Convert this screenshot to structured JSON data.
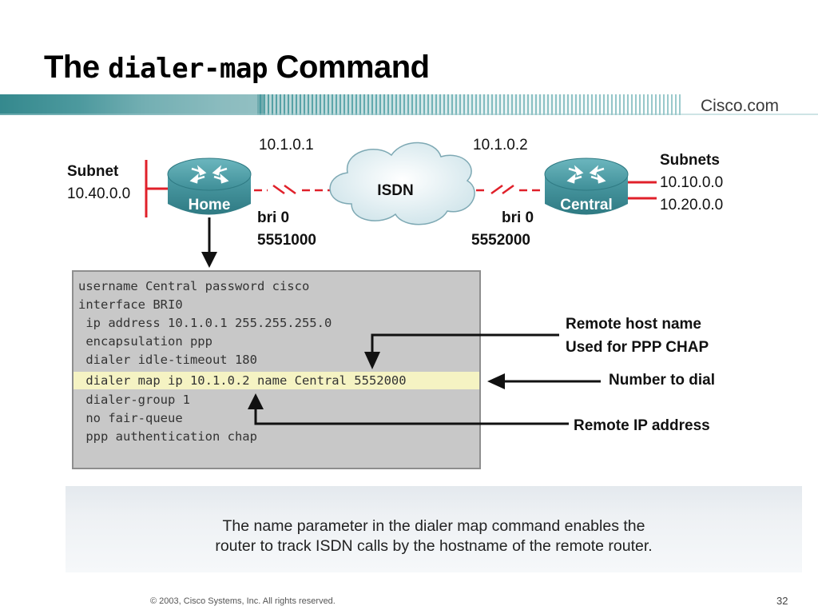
{
  "title": {
    "prefix": "The ",
    "command": "dialer-map",
    "suffix": " Command"
  },
  "brand": "Cisco.com",
  "diagram": {
    "home_router": {
      "label": "Home"
    },
    "central_router": {
      "label": "Central"
    },
    "cloud": {
      "label": "ISDN"
    },
    "home_subnet": {
      "heading": "Subnet",
      "value": "10.40.0.0"
    },
    "central_subnets": {
      "heading": "Subnets",
      "values": [
        "10.10.0.0",
        "10.20.0.0"
      ]
    },
    "home_ip": "10.1.0.1",
    "central_ip": "10.1.0.2",
    "home_interface": "bri 0",
    "home_number": "5551000",
    "central_interface": "bri 0",
    "central_number": "5552000"
  },
  "config": {
    "lines": [
      "username Central password cisco",
      "interface BRI0",
      " ip address 10.1.0.1 255.255.255.0",
      " encapsulation ppp",
      " dialer idle-timeout 180",
      " dialer map ip 10.1.0.2 name Central 5552000",
      " dialer-group 1",
      " no fair-queue",
      " ppp authentication chap"
    ],
    "highlight_index": 5
  },
  "callouts": {
    "remote_host_line1": "Remote host name",
    "remote_host_line2": "Used for PPP CHAP",
    "number_to_dial": "Number to dial",
    "remote_ip": "Remote IP address"
  },
  "note": {
    "line1": "The name parameter in the dialer map command enables the",
    "line2": "router to track ISDN calls by the hostname of the remote router."
  },
  "footer": {
    "copyright": "© 2003, Cisco Systems, Inc. All rights reserved.",
    "page": "32"
  },
  "colors": {
    "banner": "#3a8d92",
    "router_body": "#4f9fa8",
    "link_red": "#e0202a",
    "highlight": "#f5f3c3",
    "config_bg": "#c8c8c8"
  }
}
